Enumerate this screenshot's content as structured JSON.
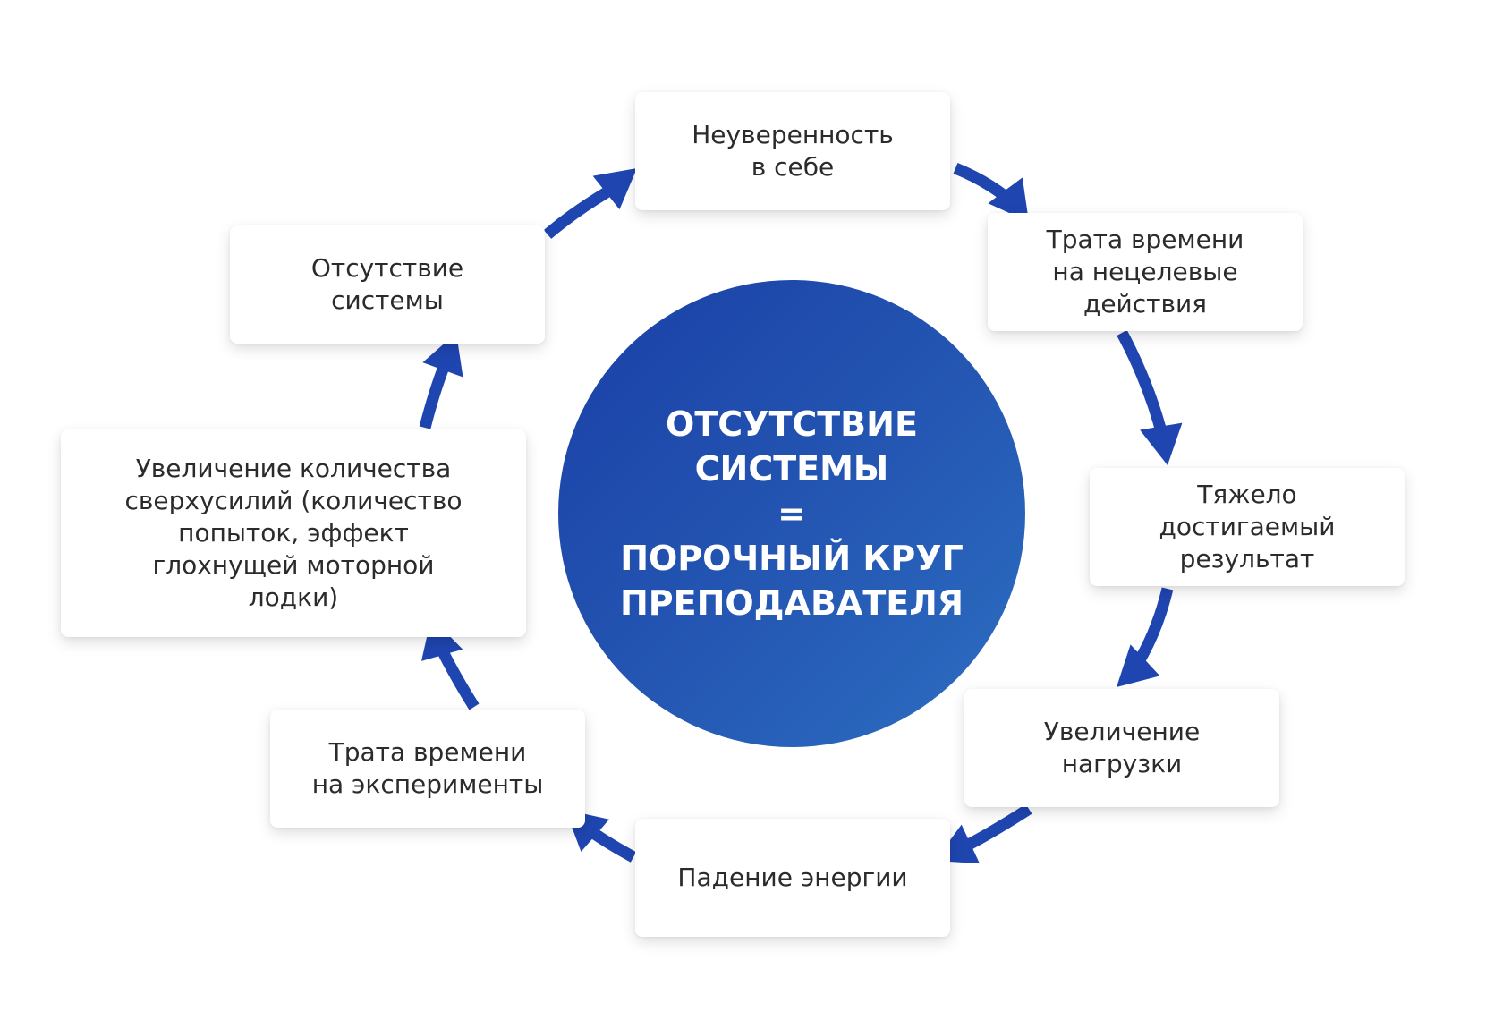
{
  "center_text": "ОТСУТСТВИЕ\nСИСТЕМЫ\n=\nПОРОЧНЫЙ КРУГ\nПРЕПОДАВАТЕЛЯ",
  "nodes": [
    "Неуверенность\nв себе",
    "Трата времени\nна нецелевые\nдействия",
    "Тяжело\nдостигаемый\nрезультат",
    "Увеличение\nнагрузки",
    "Падение энергии",
    "Трата времени\nна эксперименты",
    "Увеличение количества\nсверхусилий (количество\nпопыток, эффект\nглохнущей моторной\nлодки)",
    "Отсутствие\nсистемы"
  ],
  "colors": {
    "arrow": "#1f45b0",
    "circle_start": "#1a3fa6",
    "circle_end": "#2d6fc2",
    "box_text": "#2b2b2b"
  }
}
